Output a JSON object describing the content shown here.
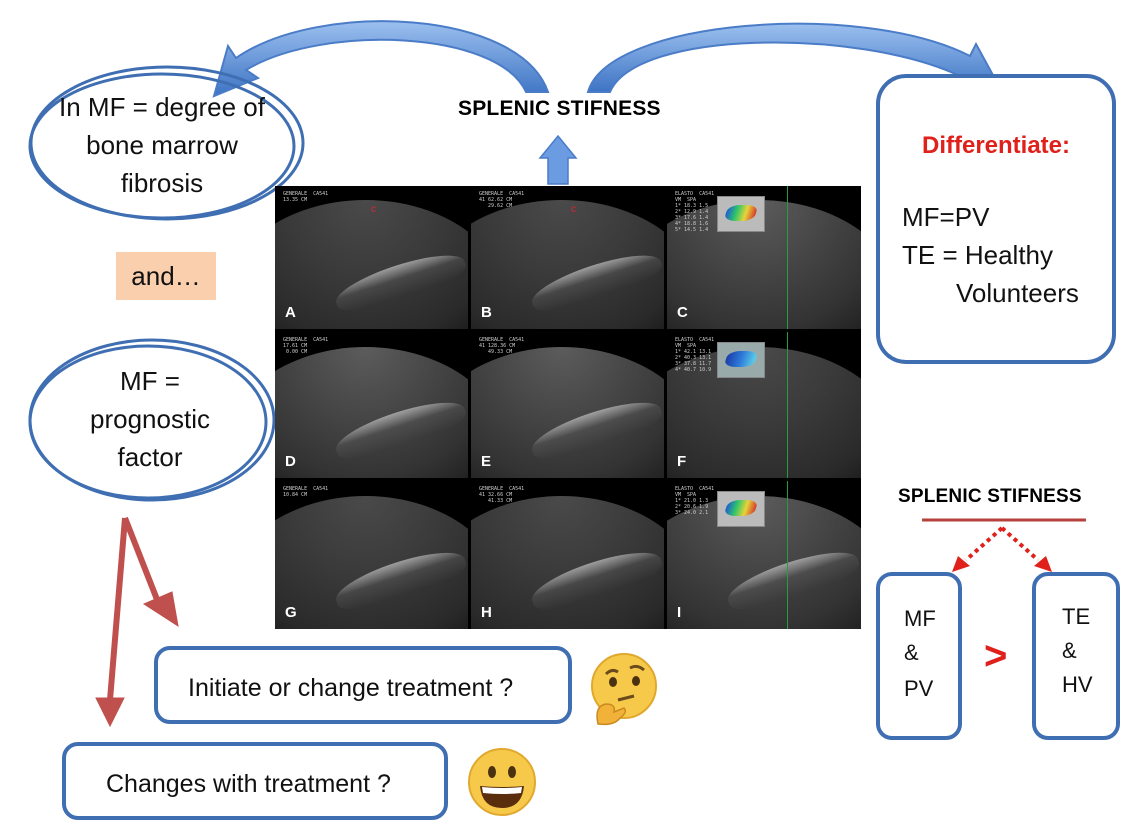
{
  "splenic_stiffness_top": "SPLENIC STIFNESS",
  "bone_marrow_bubble": {
    "line1": "In MF = degree of",
    "line2": "bone marrow",
    "line3": "fibrosis"
  },
  "and_label": "and…",
  "prognostic_bubble": {
    "line1": "MF =",
    "line2": "prognostic",
    "line3": "factor"
  },
  "differentiate_box": {
    "title": "Differentiate:",
    "line1": "MF=PV",
    "line2": "TE = Healthy",
    "line3": "Volunteers"
  },
  "splenic_stiffness_right": "SPLENIC STIFNESS",
  "comparison": {
    "left_box": {
      "line1": "MF",
      "line2": "&",
      "line3": "PV"
    },
    "operator": ">",
    "right_box": {
      "line1": "TE",
      "line2": "&",
      "line3": "HV"
    }
  },
  "treatment_question": "Initiate or change treatment ?",
  "changes_question": "Changes with treatment ?",
  "ultrasound_panels": [
    {
      "letter": "A"
    },
    {
      "letter": "B"
    },
    {
      "letter": "C"
    },
    {
      "letter": "D"
    },
    {
      "letter": "E"
    },
    {
      "letter": "F"
    },
    {
      "letter": "G"
    },
    {
      "letter": "H"
    },
    {
      "letter": "I"
    }
  ],
  "colors": {
    "ellipse_blue": "#3f6fb2",
    "arrow_blue": "#5b8fd6",
    "red_arrow": "#c0504d",
    "differentiate_red": "#e0201b",
    "and_badge": "#f9cfae"
  },
  "icons": {
    "thinking": "thinking-face-icon",
    "smiling": "grinning-face-icon"
  }
}
